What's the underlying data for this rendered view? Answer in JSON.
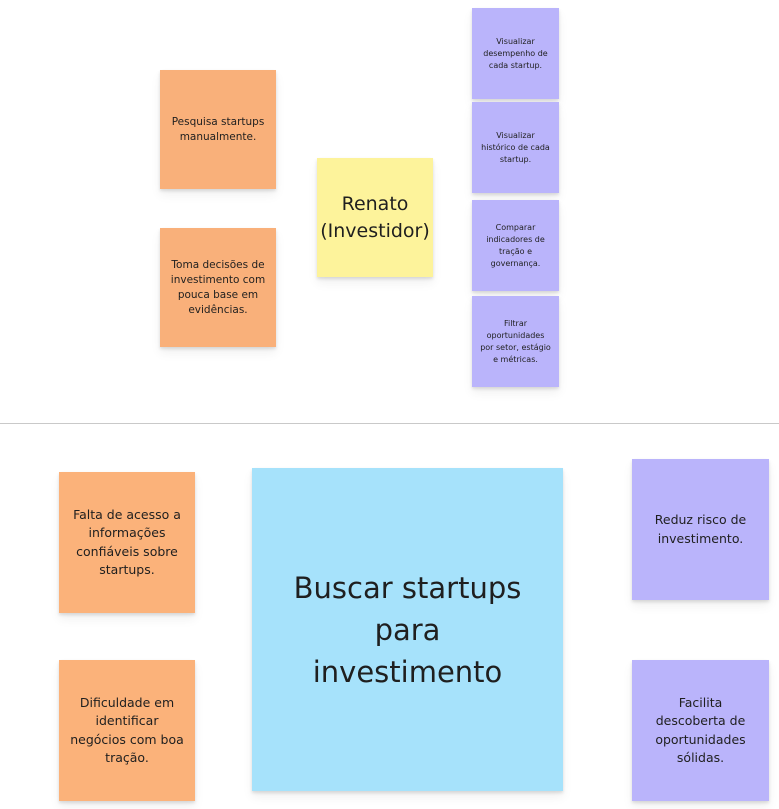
{
  "top_section": {
    "persona": "Renato (Investidor)",
    "pains": [
      "Pesquisa startups manualmente.",
      "Toma decisões de investimento com pouca base em evidências."
    ],
    "needs": [
      "Visualizar desempenho de cada startup.",
      "Visualizar histórico de cada startup.",
      "Comparar indicadores de tração e governança.",
      "Filtrar oportunidades por setor, estágio e métricas."
    ]
  },
  "bottom_section": {
    "job": "Buscar startups para investimento",
    "pains": [
      "Falta de acesso a informações confiáveis sobre startups.",
      "Dificuldade em identificar negócios com boa tração."
    ],
    "gains": [
      "Reduz risco de investimento.",
      "Facilita descoberta de oportunidades sólidas."
    ]
  },
  "colors": {
    "pain": "#fbb27a",
    "persona": "#fdf39b",
    "need": "#bab4fb",
    "job": "#a6e2fb",
    "divider": "#c9c9c9"
  }
}
